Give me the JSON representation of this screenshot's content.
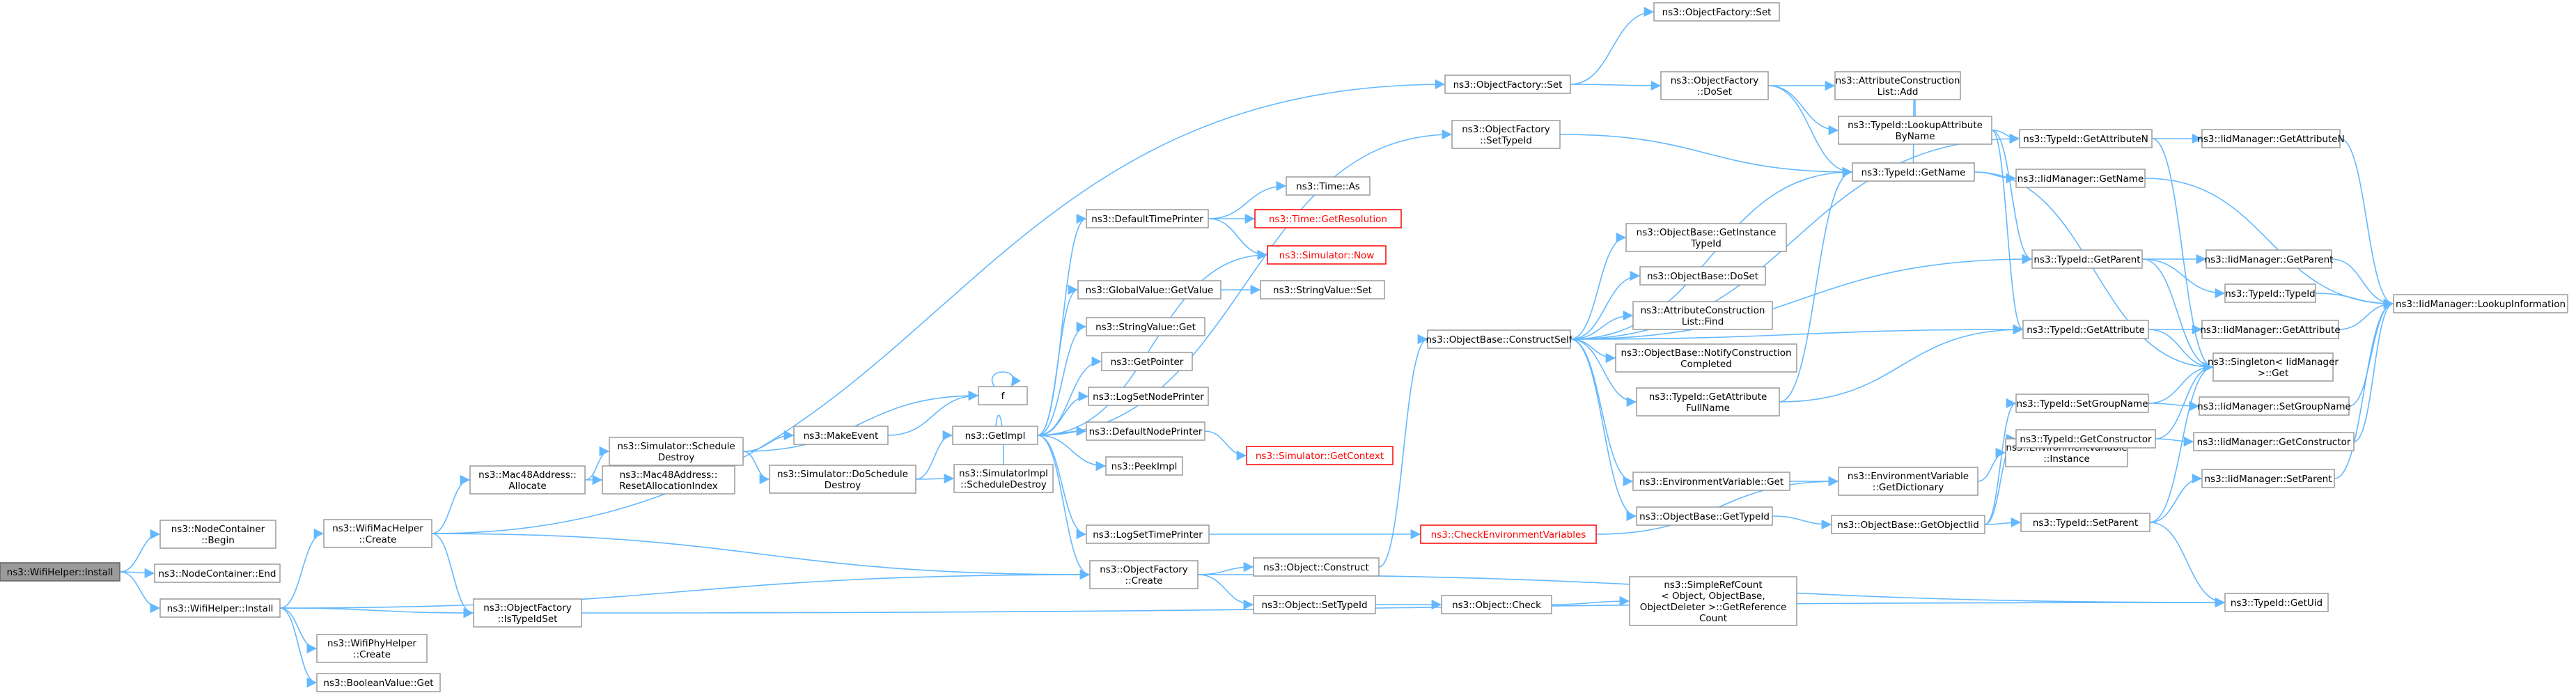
{
  "colors": {
    "edge": "#63b8ff",
    "node_border": "#9a9a9a",
    "root_fill": "#9a9a9a",
    "truncated": "#ff0000"
  },
  "nodes": {
    "n1": {
      "lines": [
        "ns3::WifiHelper::Install"
      ]
    },
    "n2": {
      "lines": [
        "ns3::NodeContainer",
        "::Begin"
      ]
    },
    "n3": {
      "lines": [
        "ns3::NodeContainer::End"
      ]
    },
    "n4": {
      "lines": [
        "ns3::WifiHelper::Install"
      ]
    },
    "n5": {
      "lines": [
        "ns3::WifiMacHelper",
        "::Create"
      ]
    },
    "n6": {
      "lines": [
        "ns3::ObjectFactory",
        "::IsTypeIdSet"
      ]
    },
    "n7": {
      "lines": [
        "ns3::WifiPhyHelper",
        "::Create"
      ]
    },
    "n8": {
      "lines": [
        "ns3::BooleanValue::Get"
      ]
    },
    "n9": {
      "lines": [
        "ns3::Mac48Address::",
        "Allocate"
      ]
    },
    "n10": {
      "lines": [
        "ns3::Simulator::Schedule",
        "Destroy"
      ]
    },
    "n11": {
      "lines": [
        "ns3::Mac48Address::",
        "ResetAllocationIndex"
      ]
    },
    "n12": {
      "lines": [
        "ns3::MakeEvent"
      ]
    },
    "n13": {
      "lines": [
        "ns3::Simulator::DoSchedule",
        "Destroy"
      ]
    },
    "n14": {
      "lines": [
        "f"
      ]
    },
    "n15": {
      "lines": [
        "ns3::GetImpl"
      ]
    },
    "n16": {
      "lines": [
        "ns3::SimulatorImpl",
        "::ScheduleDestroy"
      ]
    },
    "n17": {
      "lines": [
        "ns3::ObjectFactory::Set"
      ]
    },
    "n18": {
      "lines": [
        "ns3::ObjectFactory",
        "::SetTypeId"
      ]
    },
    "n19": {
      "lines": [
        "ns3::DefaultTimePrinter"
      ]
    },
    "n20": {
      "lines": [
        "ns3::GlobalValue::GetValue"
      ]
    },
    "n21": {
      "lines": [
        "ns3::StringValue::Get"
      ]
    },
    "n22": {
      "lines": [
        "ns3::GetPointer"
      ]
    },
    "n23": {
      "lines": [
        "ns3::LogSetNodePrinter"
      ]
    },
    "n24": {
      "lines": [
        "ns3::DefaultNodePrinter"
      ]
    },
    "n25": {
      "lines": [
        "ns3::PeekImpl"
      ]
    },
    "n26": {
      "lines": [
        "ns3::LogSetTimePrinter"
      ]
    },
    "n27": {
      "lines": [
        "ns3::ObjectFactory",
        "::Create"
      ]
    },
    "n28": {
      "lines": [
        "ns3::Time::As"
      ]
    },
    "n29": {
      "lines": [
        "ns3::Time::GetResolution"
      ]
    },
    "n30": {
      "lines": [
        "ns3::Simulator::Now"
      ]
    },
    "n31": {
      "lines": [
        "ns3::StringValue::Set"
      ]
    },
    "n32": {
      "lines": [
        "ns3::Simulator::GetContext"
      ]
    },
    "n33": {
      "lines": [
        "ns3::CheckEnvironmentVariables"
      ]
    },
    "n34": {
      "lines": [
        "ns3::Object::Construct"
      ]
    },
    "n35": {
      "lines": [
        "ns3::Object::SetTypeId"
      ]
    },
    "n36": {
      "lines": [
        "ns3::Object::Check"
      ]
    },
    "n37": {
      "lines": [
        "ns3::ObjectBase::ConstructSelf"
      ]
    },
    "n38": {
      "lines": [
        "ns3::ObjectFactory::Set"
      ]
    },
    "n39": {
      "lines": [
        "ns3::ObjectFactory",
        "::DoSet"
      ]
    },
    "n40": {
      "lines": [
        "ns3::AttributeConstruction",
        "List::Add"
      ]
    },
    "n41": {
      "lines": [
        "ns3::TypeId::LookupAttribute",
        "ByName"
      ]
    },
    "n42": {
      "lines": [
        "ns3::TypeId::GetName"
      ]
    },
    "n43": {
      "lines": [
        "ns3::ObjectBase::GetInstance",
        "TypeId"
      ]
    },
    "n44": {
      "lines": [
        "ns3::ObjectBase::DoSet"
      ]
    },
    "n45": {
      "lines": [
        "ns3::AttributeConstruction",
        "List::Find"
      ]
    },
    "n46": {
      "lines": [
        "ns3::ObjectBase::NotifyConstruction",
        "Completed"
      ]
    },
    "n47": {
      "lines": [
        "ns3::TypeId::GetAttribute",
        "FullName"
      ]
    },
    "n48": {
      "lines": [
        "ns3::EnvironmentVariable::Get"
      ]
    },
    "n49": {
      "lines": [
        "ns3::ObjectBase::GetTypeId"
      ]
    },
    "n50": {
      "lines": [
        "ns3::SimpleRefCount",
        "< Object, ObjectBase,",
        "ObjectDeleter >::GetReference",
        "Count"
      ]
    },
    "n51": {
      "lines": [
        "ns3::EnvironmentVariable",
        "::GetDictionary"
      ]
    },
    "n52": {
      "lines": [
        "ns3::ObjectBase::GetObjectIid"
      ]
    },
    "n53": {
      "lines": [
        "ns3::EnvironmentVariable",
        "::Instance"
      ]
    },
    "n54": {
      "lines": [
        "ns3::TypeId::GetAttributeN"
      ]
    },
    "n55": {
      "lines": [
        "ns3::IidManager::GetName"
      ]
    },
    "n56": {
      "lines": [
        "ns3::TypeId::GetParent"
      ]
    },
    "n57": {
      "lines": [
        "ns3::TypeId::GetAttribute"
      ]
    },
    "n58": {
      "lines": [
        "ns3::TypeId::SetGroupName"
      ]
    },
    "n59": {
      "lines": [
        "ns3::TypeId::GetConstructor"
      ]
    },
    "n60": {
      "lines": [
        "ns3::TypeId::SetParent"
      ]
    },
    "n61": {
      "lines": [
        "ns3::IidManager::GetAttributeN"
      ]
    },
    "n62": {
      "lines": [
        "ns3::IidManager::GetParent"
      ]
    },
    "n63": {
      "lines": [
        "ns3::TypeId::TypeId"
      ]
    },
    "n64": {
      "lines": [
        "ns3::IidManager::GetAttribute"
      ]
    },
    "n65": {
      "lines": [
        "ns3::Singleton< IidManager",
        ">::Get"
      ]
    },
    "n66": {
      "lines": [
        "ns3::IidManager::SetGroupName"
      ]
    },
    "n67": {
      "lines": [
        "ns3::IidManager::GetConstructor"
      ]
    },
    "n68": {
      "lines": [
        "ns3::IidManager::SetParent"
      ]
    },
    "n69": {
      "lines": [
        "ns3::TypeId::GetUid"
      ]
    },
    "n70": {
      "lines": [
        "ns3::IidManager::LookupInformation"
      ]
    }
  }
}
